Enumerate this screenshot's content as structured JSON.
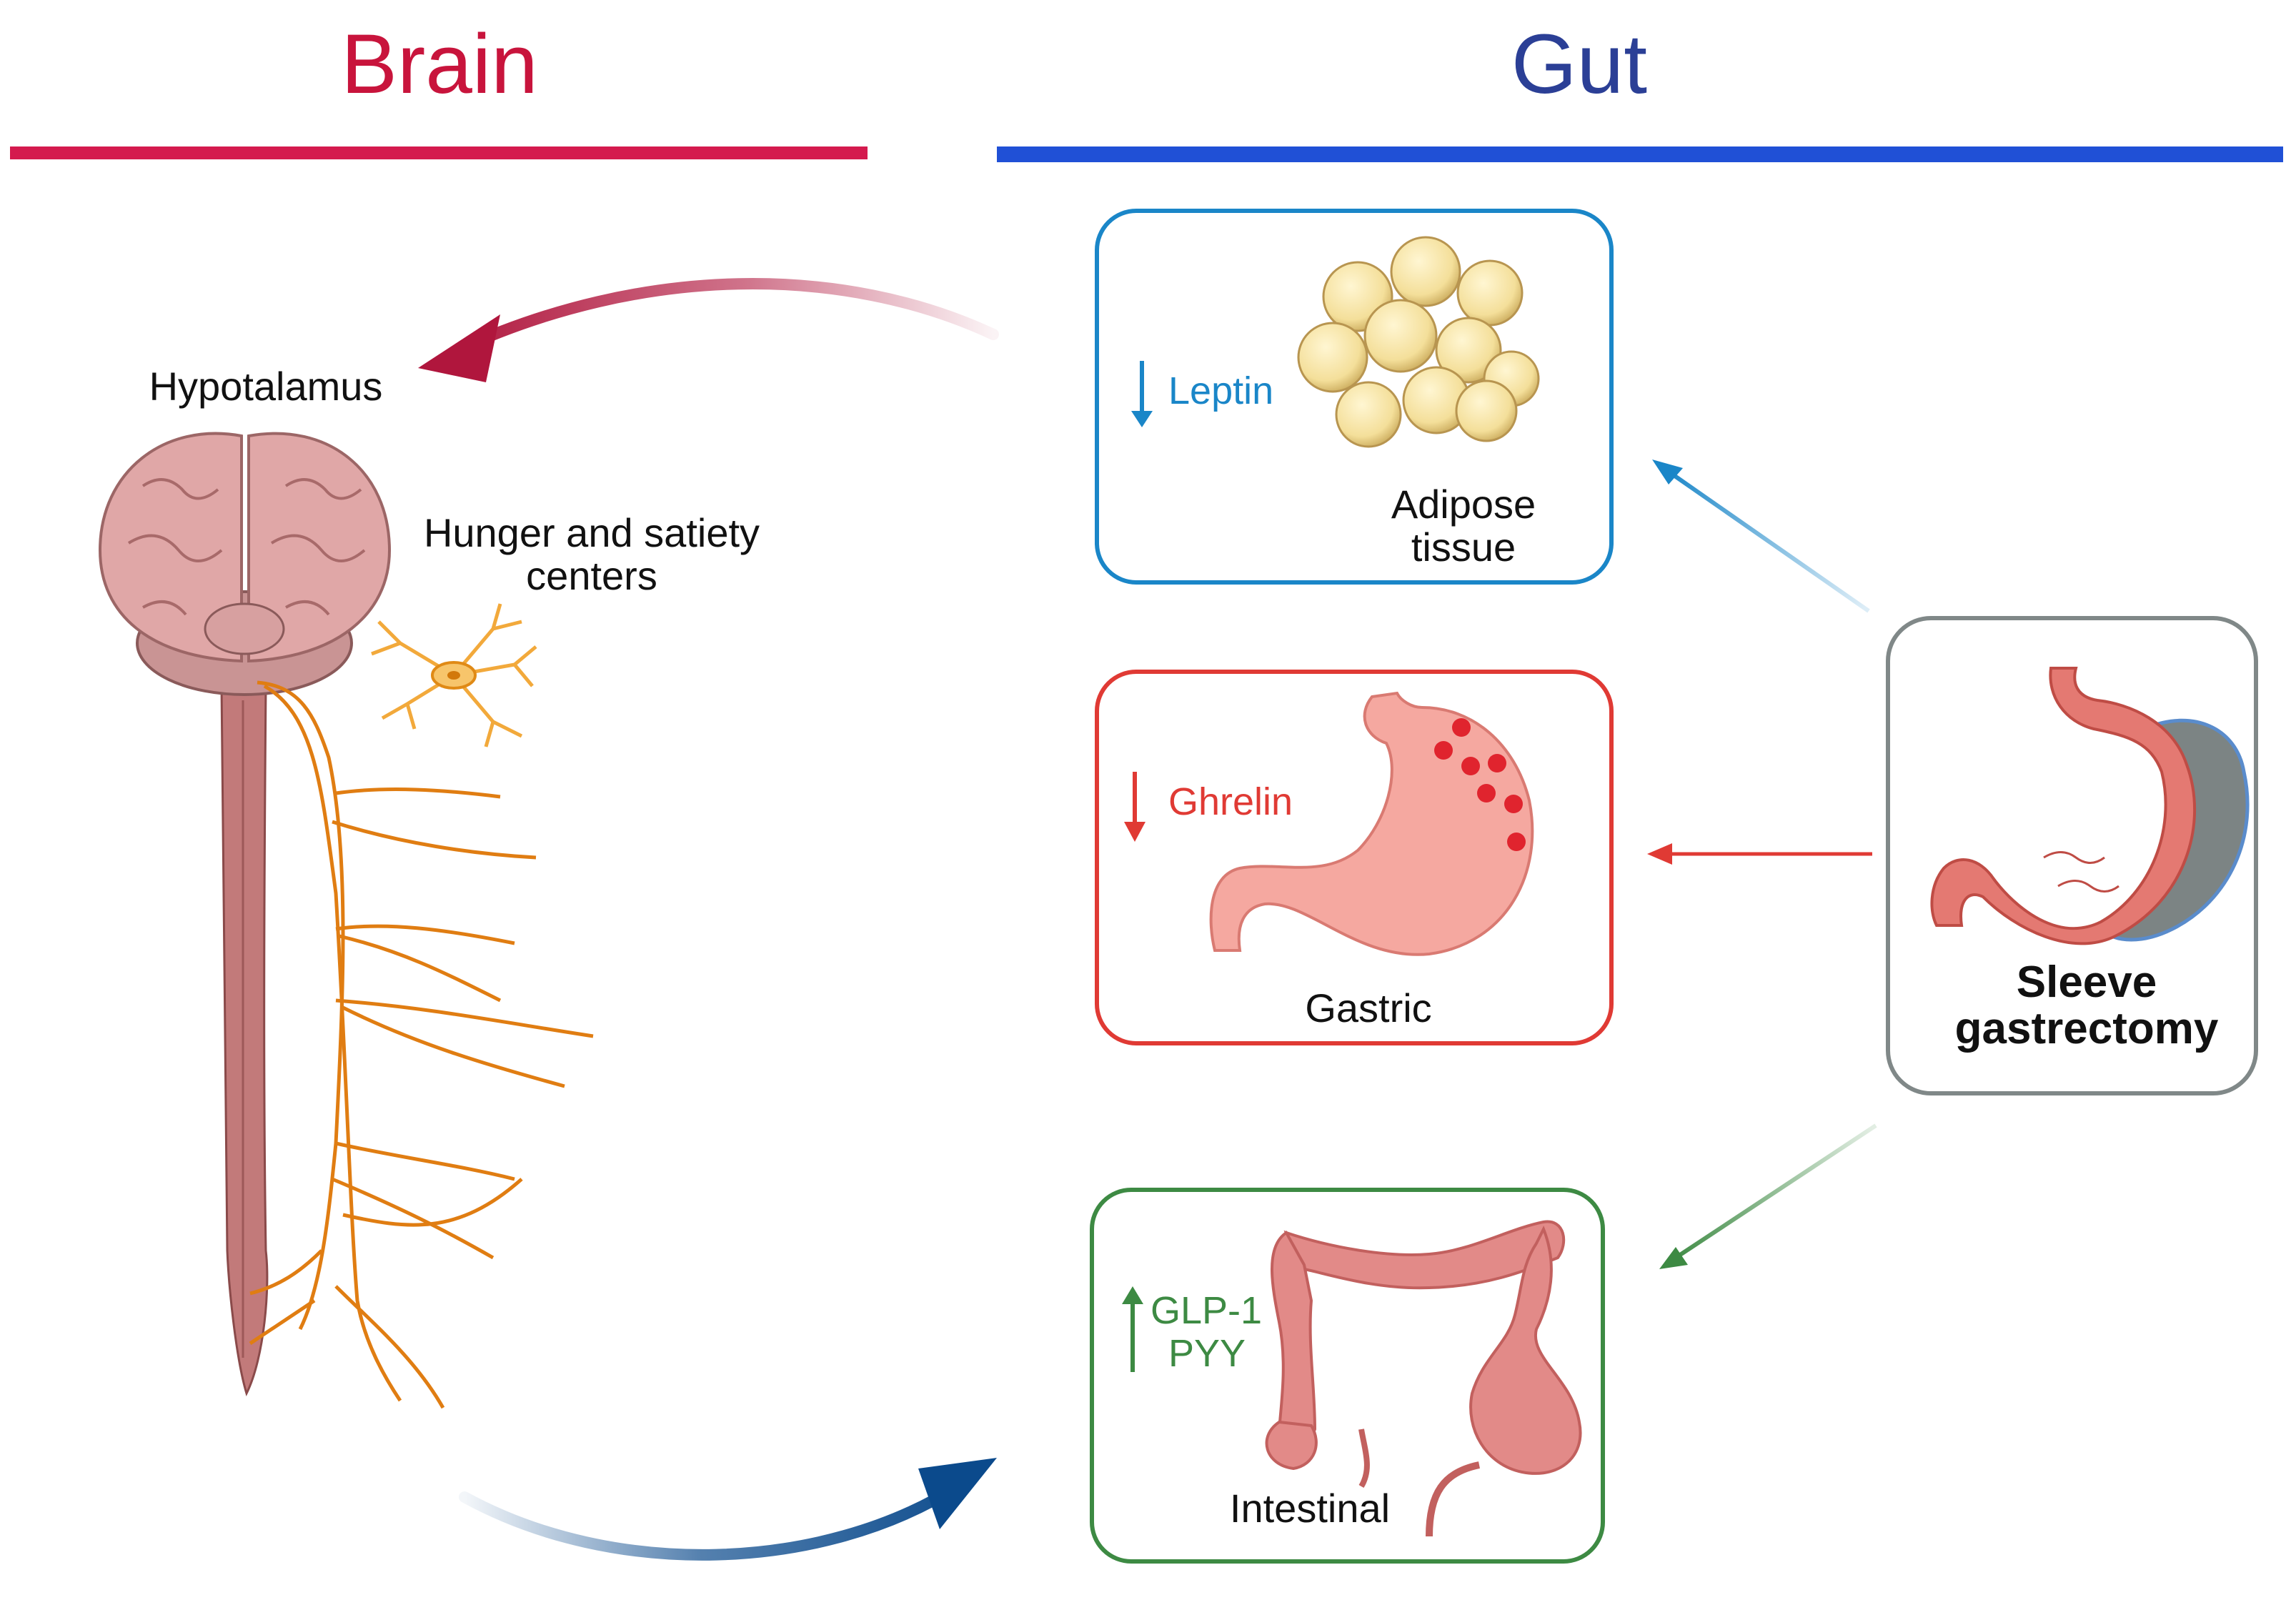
{
  "headers": {
    "brain": "Brain",
    "gut": "Gut"
  },
  "labels": {
    "hypothalamus": "Hypotalamus",
    "hunger_line1": "Hunger and satiety",
    "hunger_line2": "centers",
    "leptin": "Leptin",
    "adipose_line1": "Adipose",
    "adipose_line2": "tissue",
    "ghrelin": "Ghrelin",
    "gastric": "Gastric",
    "glp1": "GLP-1",
    "pyy": "PYY",
    "intestinal": "Intestinal",
    "sleeve_line1": "Sleeve",
    "sleeve_line2": "gastrectomy"
  },
  "hormone_changes": {
    "leptin": "decrease",
    "ghrelin": "decrease",
    "glp1_pyy": "increase"
  },
  "colors": {
    "brain": "#c8143c",
    "gut": "#2b3f96",
    "gut_bar": "#2050d6",
    "adipose": "#1a86c8",
    "gastric": "#e03a34",
    "intestinal": "#3d8a43",
    "sleeve_box": "#808888",
    "nerve": "#e07d12",
    "arrow_top": "#b0163d",
    "arrow_bottom": "#0b4a8c"
  },
  "icons": {
    "brain": "brain-icon",
    "spinal_cord": "spinal-cord-icon",
    "neuron": "neuron-icon",
    "fat_cells": "adipose-cells-icon",
    "stomach": "stomach-icon",
    "colon": "colon-icon",
    "sleeve": "sleeve-stomach-icon"
  }
}
